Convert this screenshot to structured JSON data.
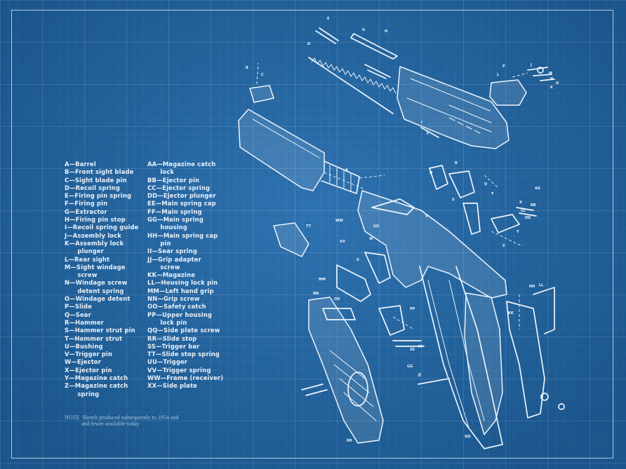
{
  "legend": {
    "left": [
      "A—Barrel",
      "B—Front sight blade",
      "C—Sight blade pin",
      "D—Recoil spring",
      "E—Firing pin spring",
      "F—Firing pin",
      "G—Extractor",
      "H—Firing pin stop",
      "I—Recoil spring guide",
      "J—Assembly lock",
      "K—Assembly lock",
      "      plunger",
      "L—Rear sight",
      "M—Sight windage",
      "      screw",
      "N—Windage screw",
      "      detent spring",
      "O—Windage detent",
      "P—Slide",
      "Q—Sear",
      "R—Hammer",
      "S—Hammer strut pin",
      "T—Hammer strut",
      "U—Bushing",
      "V—Trigger pin",
      "W—Ejector",
      "X—Ejector pin",
      "Y—Magazine catch",
      "Z—Magazine catch",
      "      spring"
    ],
    "right": [
      "AA—Magazine catch",
      "      lock",
      "BB—Ejector pin",
      "CC—Ejector spring",
      "DD—Ejector plunger",
      "EE—Main spring cap",
      "FF—Main spring",
      "GG—Main spring",
      "      housing",
      "HH—Main spring cap",
      "      pin",
      "II—Sear spring",
      "JJ—Grip adapter",
      "      screw",
      "KK—Magazine",
      "LL—Housing lock pin",
      "MM—Left hand grip",
      "NN—Grip screw",
      "OO—Safety catch",
      "PP—Upper housing",
      "      lock pin",
      "QQ—Side plate screw",
      "RR—Slide stop",
      "SS—Trigger bar",
      "TT—Slide stop spring",
      "UU—Trigger",
      "VV—Trigger spring",
      "WW—Frame (receiver)",
      "XX—Side plate"
    ]
  },
  "note": "NOTE  Sketch produced subsequently to 1954 and\n            and fewer available today",
  "callouts": [
    "A",
    "B",
    "C",
    "D",
    "E",
    "F",
    "G",
    "H",
    "I",
    "J",
    "K",
    "L",
    "M",
    "N",
    "O",
    "P",
    "Q",
    "R",
    "S",
    "T",
    "U",
    "V",
    "W",
    "X",
    "Y",
    "Z",
    "AA",
    "BB",
    "CC",
    "DD",
    "FF",
    "GG",
    "HH",
    "II",
    "JJ",
    "KK",
    "LL",
    "MM",
    "NN",
    "OO",
    "PP",
    "QQ",
    "RR",
    "SS",
    "TT",
    "UU",
    "VV",
    "WW"
  ]
}
